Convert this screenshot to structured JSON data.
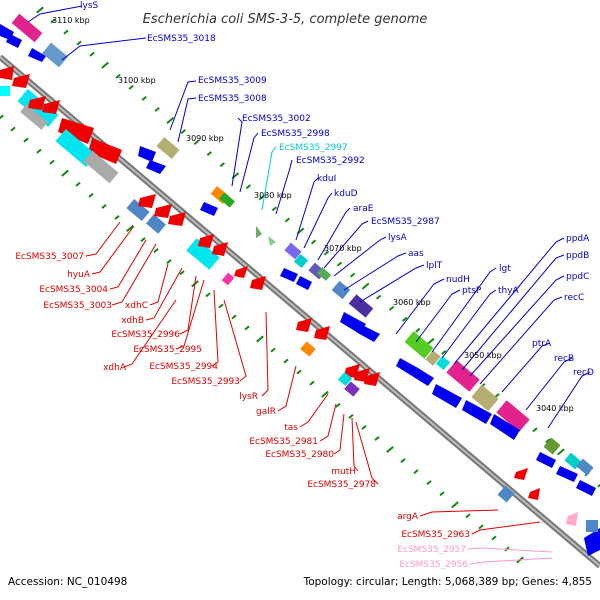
{
  "title": "Escherichia coli SMS-3-5, complete genome",
  "footer": {
    "accession": "Accession: NC_010498",
    "stats": "Topology: circular; Length: 5,068,389 bp; Genes: 4,855"
  },
  "colors": {
    "backbone": "#888888",
    "forward_label": "#0000cc",
    "reverse_label": "#dd0000",
    "rna_label": "#00cccc",
    "pink_label": "#ff99cc",
    "tick": "#118811"
  },
  "ticks": [
    {
      "label": "3110 kbp"
    },
    {
      "label": "3100 kbp"
    },
    {
      "label": "3090 kbp"
    },
    {
      "label": "3080 kbp"
    },
    {
      "label": "3070 kbp"
    },
    {
      "label": "3060 kbp"
    },
    {
      "label": "3050 kbp"
    },
    {
      "label": "3040 kbp"
    }
  ],
  "labels_forward": [
    {
      "text": "lysS",
      "color": "forward"
    },
    {
      "text": "EcSMS35_3018",
      "color": "forward"
    },
    {
      "text": "EcSMS35_3009",
      "color": "forward"
    },
    {
      "text": "EcSMS35_3008",
      "color": "forward"
    },
    {
      "text": "EcSMS35_3002",
      "color": "forward"
    },
    {
      "text": "EcSMS35_2998",
      "color": "forward"
    },
    {
      "text": "EcSMS35_2997",
      "color": "rna"
    },
    {
      "text": "EcSMS35_2992",
      "color": "forward"
    },
    {
      "text": "kduI",
      "color": "forward"
    },
    {
      "text": "kduD",
      "color": "forward"
    },
    {
      "text": "araE",
      "color": "forward"
    },
    {
      "text": "EcSMS35_2987",
      "color": "forward"
    },
    {
      "text": "lysA",
      "color": "forward"
    },
    {
      "text": "aas",
      "color": "forward"
    },
    {
      "text": "lplT",
      "color": "forward"
    },
    {
      "text": "nudH",
      "color": "forward"
    },
    {
      "text": "ptsP",
      "color": "forward"
    },
    {
      "text": "lgt",
      "color": "forward"
    },
    {
      "text": "thyA",
      "color": "forward"
    },
    {
      "text": "ppdA",
      "color": "forward"
    },
    {
      "text": "ppdB",
      "color": "forward"
    },
    {
      "text": "ppdC",
      "color": "forward"
    },
    {
      "text": "recC",
      "color": "forward"
    },
    {
      "text": "ptrA",
      "color": "forward"
    },
    {
      "text": "recB",
      "color": "forward"
    },
    {
      "text": "recD",
      "color": "forward"
    }
  ],
  "labels_reverse": [
    {
      "text": "EcSMS35_3007",
      "color": "reverse"
    },
    {
      "text": "hyuA",
      "color": "reverse"
    },
    {
      "text": "EcSMS35_3004",
      "color": "reverse"
    },
    {
      "text": "EcSMS35_3003",
      "color": "reverse"
    },
    {
      "text": "xdhC",
      "color": "reverse"
    },
    {
      "text": "xdhB",
      "color": "reverse"
    },
    {
      "text": "EcSMS35_2996",
      "color": "reverse"
    },
    {
      "text": "EcSMS35_2995",
      "color": "reverse"
    },
    {
      "text": "xdhA",
      "color": "reverse"
    },
    {
      "text": "EcSMS35_2994",
      "color": "reverse"
    },
    {
      "text": "EcSMS35_2993",
      "color": "reverse"
    },
    {
      "text": "lysR",
      "color": "reverse"
    },
    {
      "text": "galR",
      "color": "reverse"
    },
    {
      "text": "tas",
      "color": "reverse"
    },
    {
      "text": "EcSMS35_2981",
      "color": "reverse"
    },
    {
      "text": "EcSMS35_2980",
      "color": "reverse"
    },
    {
      "text": "mutH",
      "color": "reverse"
    },
    {
      "text": "EcSMS35_2978",
      "color": "reverse"
    },
    {
      "text": "argA",
      "color": "reverse"
    },
    {
      "text": "EcSMS35_2963",
      "color": "reverse"
    },
    {
      "text": "EcSMS35_2957",
      "color": "pink"
    },
    {
      "text": "EcSMS35_2956",
      "color": "pink"
    }
  ]
}
